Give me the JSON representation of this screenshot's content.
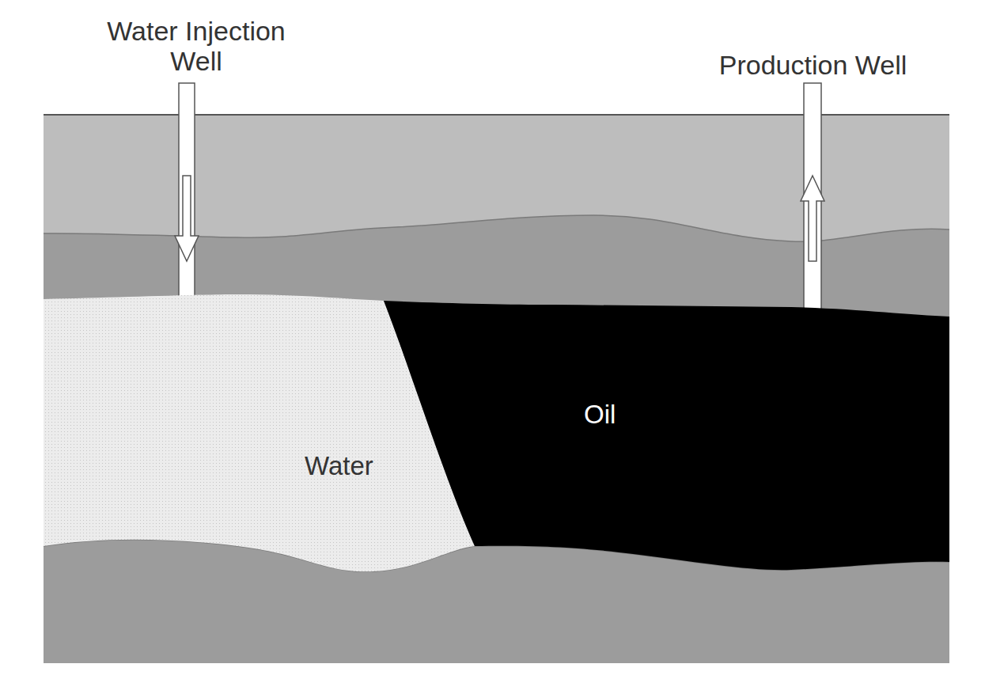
{
  "diagram": {
    "nodes": [
      {
        "text": [
          "Water"
        ]
      },
      {
        "text": [
          "Oil"
        ]
      }
    ],
    "labels": [
      "Water Injection Well",
      "Production Well"
    ]
  }
}
